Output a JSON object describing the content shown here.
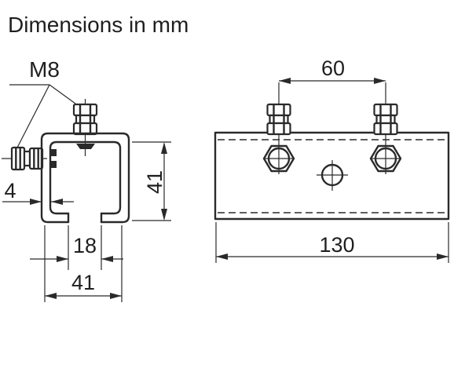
{
  "title": "Dimensions in mm",
  "unit": "mm",
  "colors": {
    "line": "#2a2a2a",
    "text": "#1f1f1f",
    "background": "#ffffff"
  },
  "side_view": {
    "description": "C-rail profile cross-section with clamping bolts",
    "thread_label": "M8",
    "wall_thickness": "4",
    "profile_height": "41",
    "slot_width": "18",
    "profile_width": "41"
  },
  "front_view": {
    "description": "Bracket front view with two bolts and center hole",
    "bolt_spacing": "60",
    "bracket_length": "130"
  }
}
